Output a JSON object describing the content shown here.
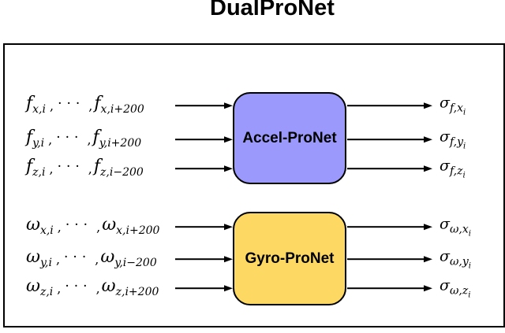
{
  "title": "DualProNet",
  "colors": {
    "accel_fill": "#9B99FB",
    "gyro_fill": "#FDD863",
    "outline": "#000000",
    "background": "#FFFFFF"
  },
  "blocks": {
    "accel_label": "Accel-ProNet",
    "gyro_label": "Gyro-ProNet"
  },
  "math": {
    "separator": ",",
    "dots": "···"
  },
  "rows": [
    {
      "in_base": "f",
      "in_sub_first": "x,i",
      "in_sub_last": "x,i+200",
      "out_base": "σ",
      "out_sub": "f,x",
      "out_subsub": "i"
    },
    {
      "in_base": "f",
      "in_sub_first": "y,i",
      "in_sub_last": "y,i+200",
      "out_base": "σ",
      "out_sub": "f,y",
      "out_subsub": "i"
    },
    {
      "in_base": "f",
      "in_sub_first": "z,i",
      "in_sub_last": "z,i−200",
      "out_base": "σ",
      "out_sub": "f,z",
      "out_subsub": "i"
    },
    {
      "in_base": "ω",
      "in_sub_first": "x,i",
      "in_sub_last": "x,i+200",
      "out_base": "σ",
      "out_sub": "ω,x",
      "out_subsub": "i"
    },
    {
      "in_base": "ω",
      "in_sub_first": "y,i",
      "in_sub_last": "y,i−200",
      "out_base": "σ",
      "out_sub": "ω,y",
      "out_subsub": "i"
    },
    {
      "in_base": "ω",
      "in_sub_first": "z,i",
      "in_sub_last": "z,i+200",
      "out_base": "σ",
      "out_sub": "ω,z",
      "out_subsub": "i"
    }
  ]
}
